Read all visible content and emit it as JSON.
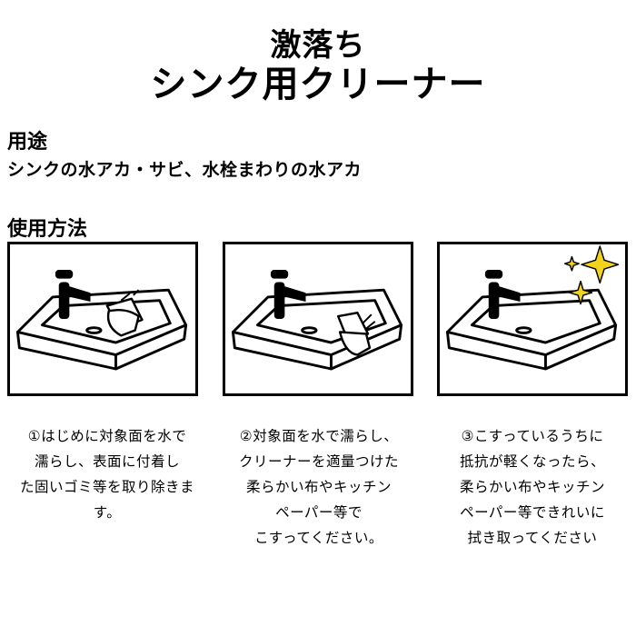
{
  "title": {
    "line1": "激落ち",
    "line2": "シンク用クリーナー"
  },
  "usage": {
    "heading": "用途",
    "text": "シンクの水アカ・サビ、水栓まわりの水アカ"
  },
  "method": {
    "heading": "使用方法",
    "steps": [
      {
        "text": "①はじめに対象面を水で\n濡らし、表面に付着し\nた固いゴミ等を取り除きま\nす。"
      },
      {
        "text": "②対象面を水で濡らし、\nクリーナーを適量つけた\n柔らかい布やキッチン\nペーパー等で\nこすってください。"
      },
      {
        "text": "③こすっているうちに\n抵抗が軽くなったら、\n柔らかい布やキッチン\nペーパー等できれいに\n拭き取ってください"
      }
    ]
  },
  "colors": {
    "ink": "#000000",
    "sparkle": "#f2d21b",
    "background": "#ffffff"
  },
  "icons": [
    "sink-illustration",
    "faucet-icon",
    "hand-with-cloth-icon",
    "sparkle-icon"
  ]
}
